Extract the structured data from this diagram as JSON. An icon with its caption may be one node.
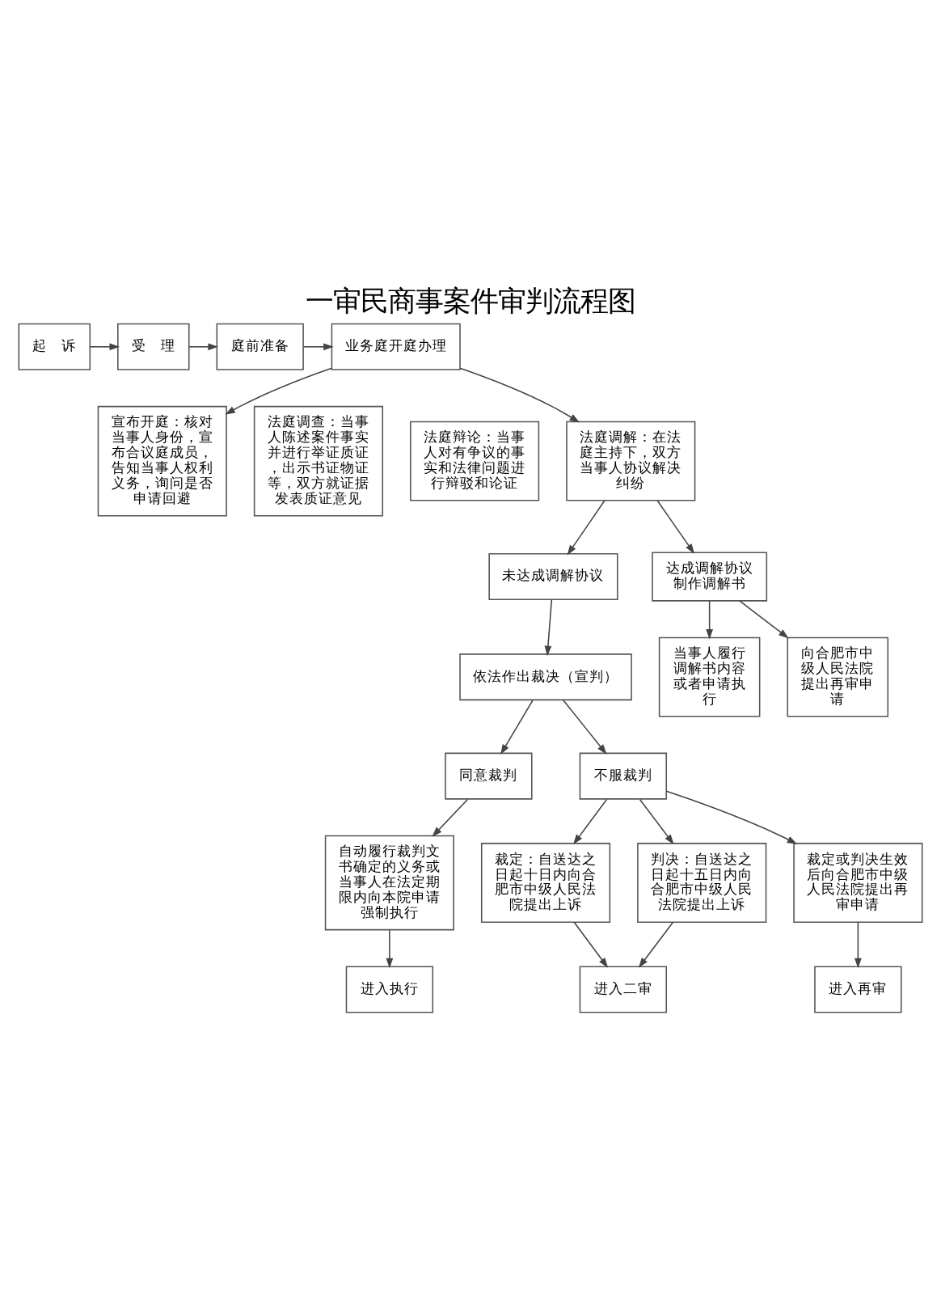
{
  "diagram": {
    "title": "一审民商事案件审判流程图",
    "nodes": [
      {
        "text": [
          "起　诉"
        ]
      },
      {
        "text": [
          "受　理"
        ]
      },
      {
        "text": [
          "庭前准备"
        ]
      },
      {
        "text": [
          "业务庭开庭办理"
        ]
      },
      {
        "text": [
          "宣布开庭：核对当事人身份，宣布合议庭成员，告知当事人权利义务，询问是否申请回避"
        ]
      },
      {
        "text": [
          "法庭调查：当事人陈述案件事实并进行举证质证，出示书证物证等，双方就证据发表质证意见"
        ]
      },
      {
        "text": [
          "法庭辩论：当事人对有争议的事实和法律问题进行辩驳和论证"
        ]
      },
      {
        "text": [
          "法庭调解：在法庭主持下，双方当事人协议解决纠纷"
        ]
      },
      {
        "text": [
          "未达成调解协议"
        ]
      },
      {
        "text": [
          "达成调解协议制作调解书"
        ]
      },
      {
        "text": [
          "当事人履行调解书内容或者申请执行"
        ]
      },
      {
        "text": [
          "向合肥市中级人民法院提出再审申请"
        ]
      },
      {
        "text": [
          "依法作出裁决（宣判）"
        ]
      },
      {
        "text": [
          "同意裁判"
        ]
      },
      {
        "text": [
          "不服裁判"
        ]
      },
      {
        "text": [
          "自动履行裁判文书确定的义务或当事人在法定期限内向本院申请强制执行"
        ]
      },
      {
        "text": [
          "裁定：自送达之日起十日内向合肥市中级人民法院提出上诉"
        ]
      },
      {
        "text": [
          "判决：自送达之日起十五日内向合肥市中级人民法院提出上诉"
        ]
      },
      {
        "text": [
          "裁定或判决生效后向合肥市中级人民法院提出再审申请"
        ]
      },
      {
        "text": [
          "进入执行"
        ]
      },
      {
        "text": [
          "进入二审"
        ]
      },
      {
        "text": [
          "进入再审"
        ]
      }
    ],
    "edges": [
      {
        "from": 0,
        "to": 1,
        "arrow": "to"
      },
      {
        "from": 1,
        "to": 2,
        "arrow": "to"
      },
      {
        "from": 2,
        "to": 3,
        "arrow": "to"
      },
      {
        "from": 3,
        "to": 4,
        "arrow": "to"
      },
      {
        "from": 3,
        "to": 7,
        "arrow": "to"
      },
      {
        "from": 7,
        "to": 8,
        "arrow": "to"
      },
      {
        "from": 7,
        "to": 9,
        "arrow": "to"
      },
      {
        "from": 9,
        "to": 10,
        "arrow": "to"
      },
      {
        "from": 9,
        "to": 11,
        "arrow": "to"
      },
      {
        "from": 8,
        "to": 12,
        "arrow": "to"
      },
      {
        "from": 12,
        "to": 13,
        "arrow": "to"
      },
      {
        "from": 12,
        "to": 14,
        "arrow": "to"
      },
      {
        "from": 13,
        "to": 15,
        "arrow": "to"
      },
      {
        "from": 14,
        "to": 16,
        "arrow": "to"
      },
      {
        "from": 14,
        "to": 17,
        "arrow": "to"
      },
      {
        "from": 14,
        "to": 18,
        "arrow": "to"
      },
      {
        "from": 15,
        "to": 19,
        "arrow": "to"
      },
      {
        "from": 16,
        "to": 20,
        "arrow": "to"
      },
      {
        "from": 17,
        "to": 20,
        "arrow": "to"
      },
      {
        "from": 18,
        "to": 21,
        "arrow": "to"
      }
    ]
  }
}
